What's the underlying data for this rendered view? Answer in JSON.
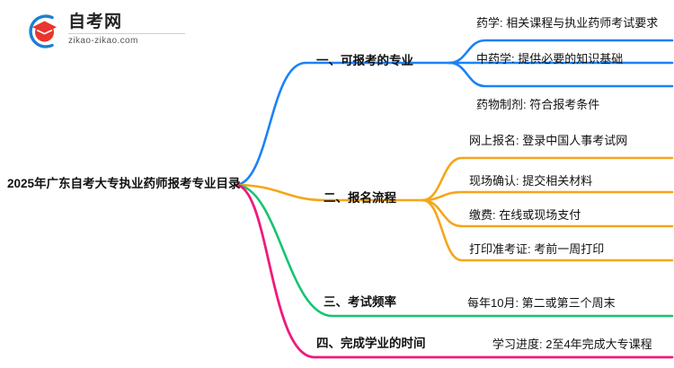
{
  "logo": {
    "icon": "graduation-cap-in-circle-logo",
    "brand_cn": "自考网",
    "domain": "zikao-zikao.com",
    "circle_color": "#1b7fd4",
    "cap_color": "#e8352e"
  },
  "mindmap": {
    "root": {
      "label": "2025年广东自考大专执业药师报考专业目录"
    },
    "branches": [
      {
        "label": "一、可报考的专业",
        "color": "#1a82f7",
        "children": [
          {
            "label": "药学: 相关课程与执业药师考试要求"
          },
          {
            "label": "中药学: 提供必要的知识基础"
          },
          {
            "label": "药物制剂: 符合报考条件"
          }
        ]
      },
      {
        "label": "二、报名流程",
        "color": "#f5a619",
        "children": [
          {
            "label": "网上报名: 登录中国人事考试网"
          },
          {
            "label": "现场确认: 提交相关材料"
          },
          {
            "label": "缴费: 在线或现场支付"
          },
          {
            "label": "打印准考证: 考前一周打印"
          }
        ]
      },
      {
        "label": "三、考试频率",
        "color": "#16c472",
        "children": [
          {
            "label": "每年10月: 第二或第三个周末"
          }
        ]
      },
      {
        "label": "四、完成学业的时间",
        "color": "#f0197d",
        "children": [
          {
            "label": "学习进度: 2至4年完成大专课程"
          }
        ]
      }
    ]
  }
}
